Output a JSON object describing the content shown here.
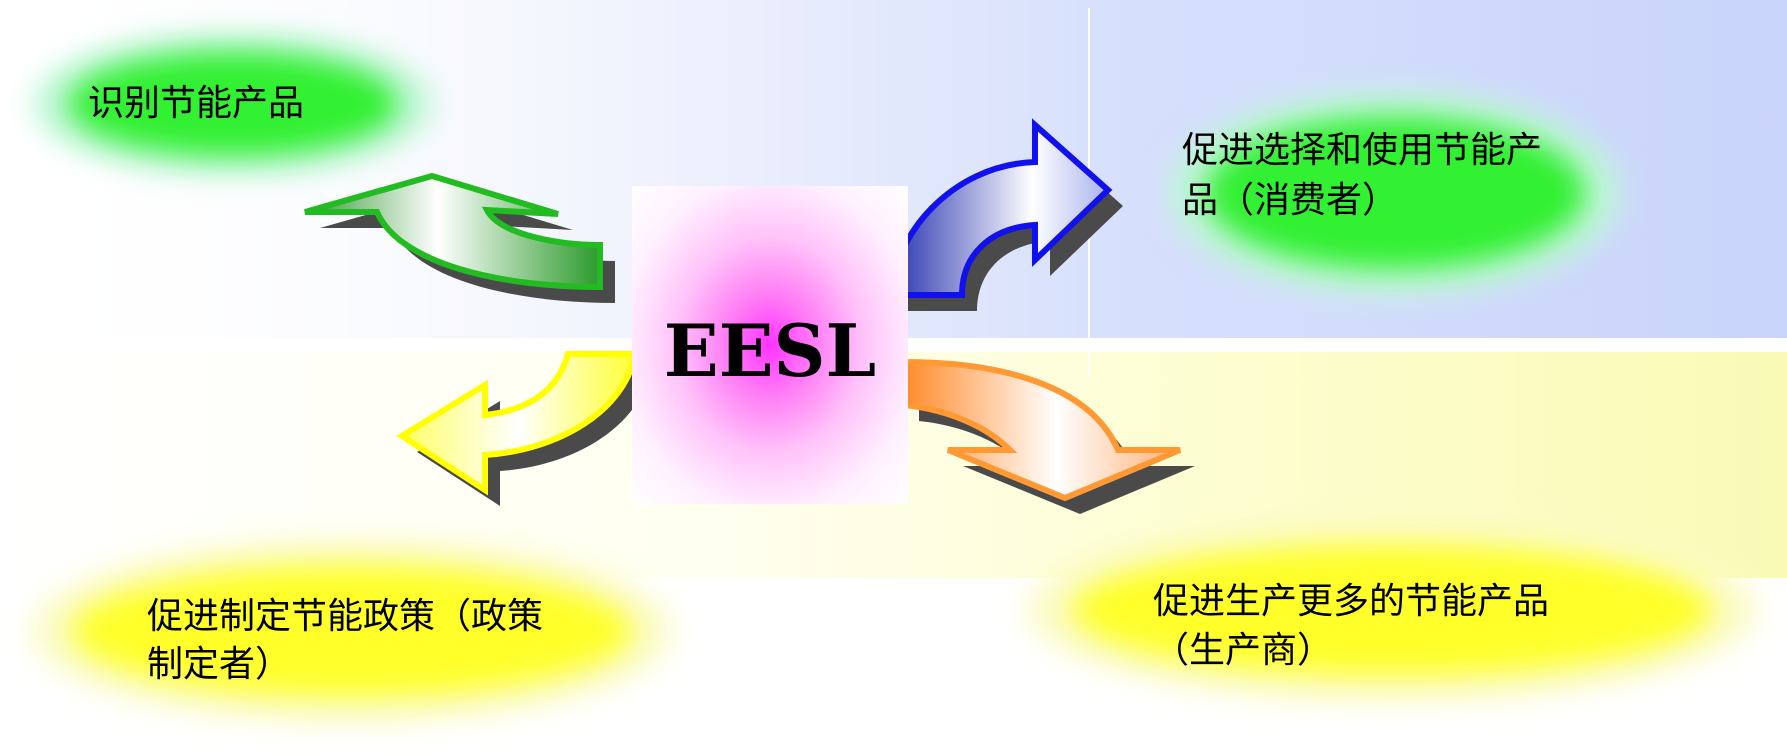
{
  "center": {
    "label": "EESL"
  },
  "nodes": {
    "top_left": {
      "text": "识别节能产品"
    },
    "top_right": {
      "line1": "促进选择和使用节能产",
      "line2": "品（消费者）"
    },
    "bottom_left": {
      "line1": "促进制定节能政策（政策",
      "line2": "制定者）"
    },
    "bottom_right": {
      "line1": "促进生产更多的节能产品",
      "line2": "（生产商）"
    }
  },
  "colors": {
    "green_cloud": "#22ee22",
    "yellow_cloud": "#ffff22",
    "center_magenta": "#ff33ff",
    "arrow_green": "#22bb22",
    "arrow_blue": "#1111ee",
    "arrow_yellow": "#ffff00",
    "arrow_orange": "#ff9933"
  }
}
